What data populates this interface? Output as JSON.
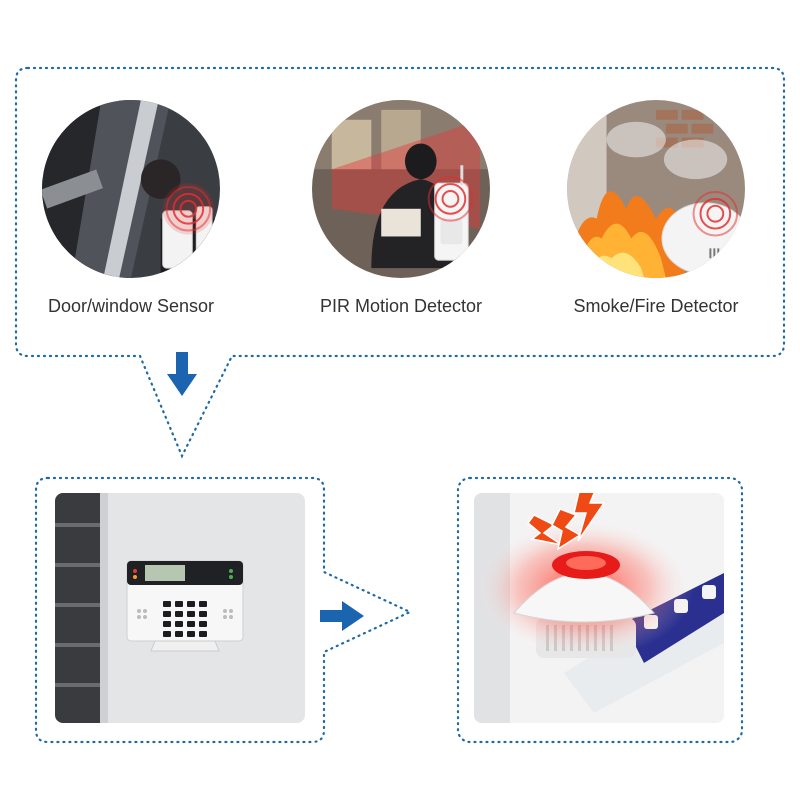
{
  "sensors": [
    {
      "label": "Door/window Sensor",
      "icon": "door-window-sensor-icon"
    },
    {
      "label": "PIR Motion Detector",
      "icon": "pir-motion-detector-icon"
    },
    {
      "label": "Smoke/Fire Detector",
      "icon": "smoke-fire-detector-icon"
    }
  ],
  "panel": {
    "icon": "alarm-control-panel-icon"
  },
  "siren": {
    "icon": "strobe-siren-icon"
  },
  "colors": {
    "dotted_border": "#1f6aa5",
    "arrow": "#1a64b0",
    "alert_red": "#e52e2e",
    "bolt_orange": "#f04a14"
  }
}
